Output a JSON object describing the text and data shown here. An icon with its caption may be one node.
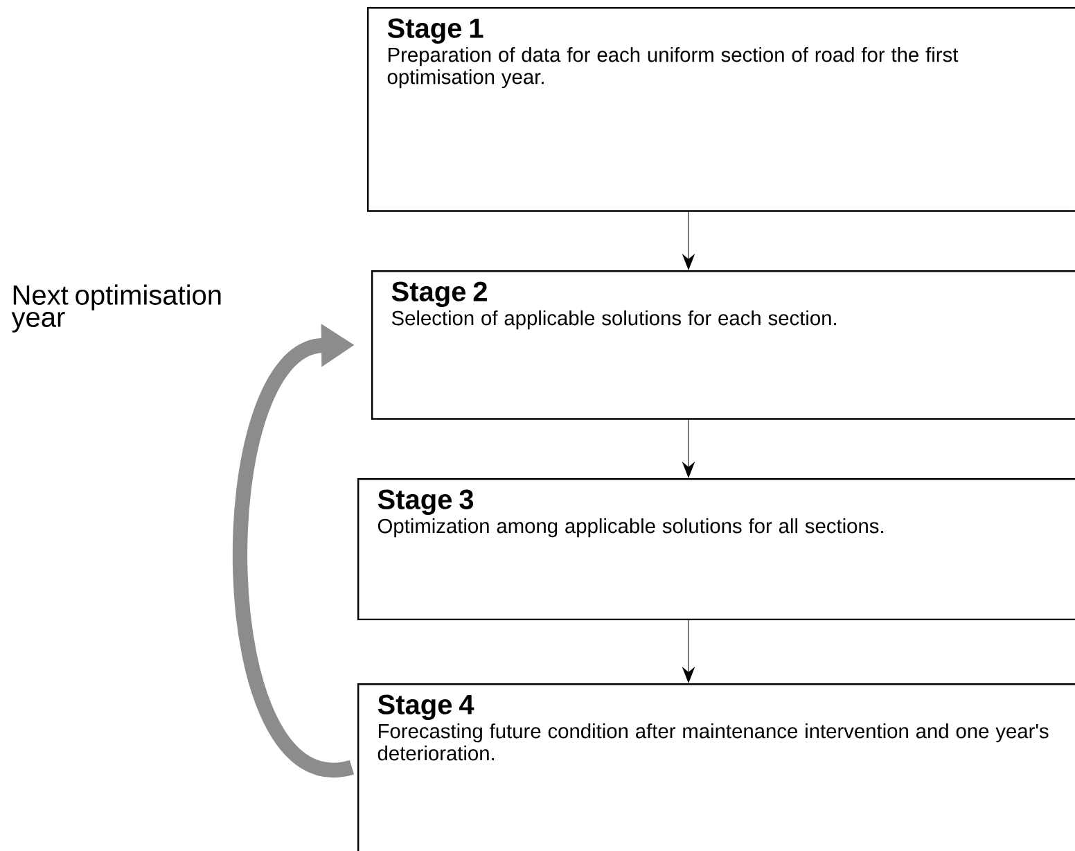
{
  "diagram": {
    "nodes": [
      {
        "text": [
          "Stage 1",
          "Preparation of data for each uniform section of road for the first optimisation year."
        ]
      },
      {
        "text": [
          "Stage 2",
          "Selection of applicable solutions for each section."
        ]
      },
      {
        "text": [
          "Stage 3",
          "Optimization among applicable solutions for all sections."
        ]
      },
      {
        "text": [
          "Stage 4",
          "Forecasting future condition after maintenance intervention and one year's deterioration."
        ]
      }
    ],
    "edges": [
      {
        "from": 0,
        "to": 1,
        "arrow": "to"
      },
      {
        "from": 1,
        "to": 2,
        "arrow": "to"
      },
      {
        "from": 2,
        "to": 3,
        "arrow": "to"
      },
      {
        "from": 3,
        "to": 1,
        "arrow": "to",
        "style": "thick",
        "color": "#8c8c8c"
      }
    ],
    "labels": [
      "Next optimisation year"
    ]
  }
}
